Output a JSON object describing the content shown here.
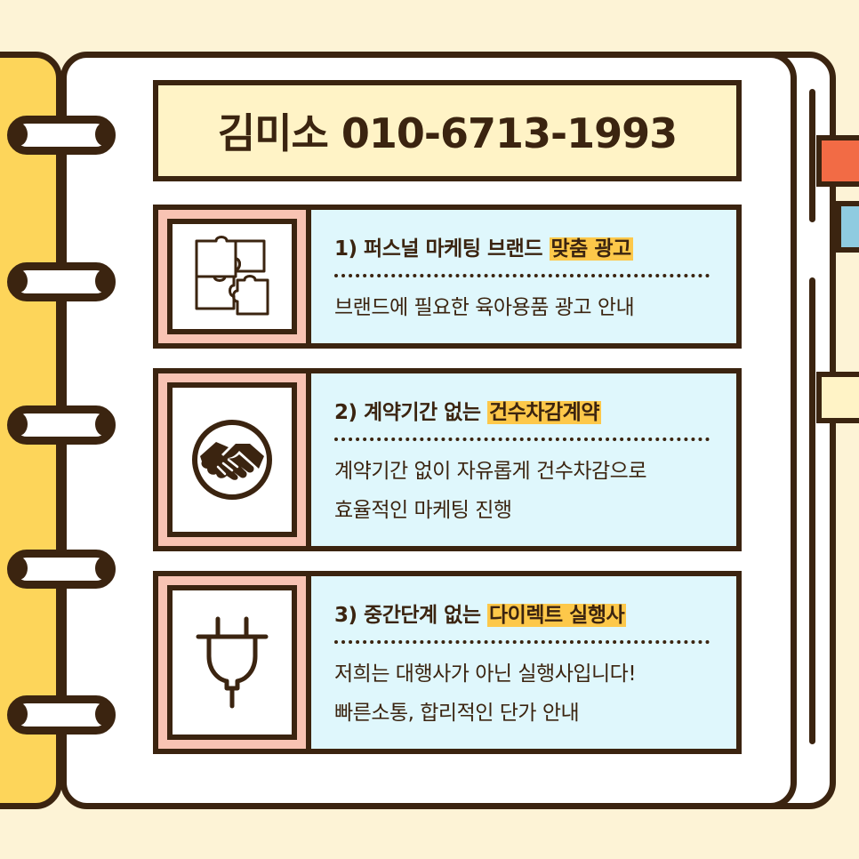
{
  "contact": {
    "name": "김미소",
    "phone": "010-6713-1993"
  },
  "features": [
    {
      "icon": "puzzle-icon",
      "number": "1)",
      "heading_plain": "퍼스널 마케팅 브랜드",
      "heading_highlight": "맞춤 광고",
      "description": [
        "브랜드에 필요한 육아용품 광고 안내"
      ]
    },
    {
      "icon": "handshake-icon",
      "number": "2)",
      "heading_plain": "계약기간 없는",
      "heading_highlight": "건수차감계약",
      "description": [
        "계약기간 없이 자유롭게 건수차감으로",
        "효율적인 마케팅 진행"
      ]
    },
    {
      "icon": "plug-icon",
      "number": "3)",
      "heading_plain": "중간단계 없는",
      "heading_highlight": "다이렉트 실행사",
      "description": [
        "저희는 대행사가 아닌 실행사입니다!",
        "빠른소통, 합리적인 단가 안내"
      ]
    }
  ],
  "colors": {
    "outline": "#3b2410",
    "spine": "#fdd55a",
    "background": "#fdf3d6",
    "title_fill": "#fff3c6",
    "row_fill": "#dff7fc",
    "icon_frame": "#f8c3b3",
    "highlight": "#fdc84a",
    "tab_orange": "#f26b45",
    "tab_blue": "#8fcbe0",
    "tab_yellow": "#fff3c6"
  }
}
